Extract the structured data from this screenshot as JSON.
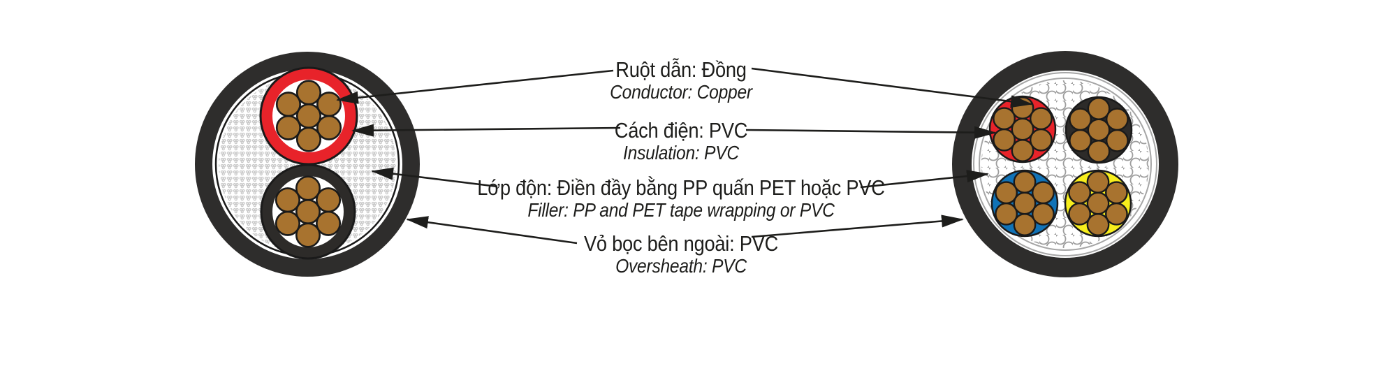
{
  "labels": [
    {
      "id": "conductor",
      "vi": "Ruột dẫn: Đồng",
      "en": "Conductor: Copper"
    },
    {
      "id": "insulation",
      "vi": "Cách điện: PVC",
      "en": "Insulation: PVC"
    },
    {
      "id": "filler",
      "vi": "Lớp độn: Điền đầy bằng PP quấn PET hoặc PVC",
      "en": "Filler: PP and PET tape wrapping or PVC"
    },
    {
      "id": "oversheath",
      "vi": "Vỏ bọc bên ngoài: PVC",
      "en": "Oversheath: PVC"
    }
  ],
  "cables": {
    "left": {
      "type": "2-core cable cross-section",
      "cores": [
        "red",
        "black"
      ],
      "strands_per_core": 7
    },
    "right": {
      "type": "4-core cable cross-section",
      "cores": [
        "red",
        "black",
        "blue",
        "yellow"
      ],
      "strands_per_core": 7
    }
  },
  "colors": {
    "background": "#ffffff",
    "ink": "#1d1d1b",
    "sheath": "#2e2d2c",
    "core-black": "#2d2b29",
    "core-red": "#e8232a",
    "core-blue": "#1173b7",
    "core-yellow": "#f7ee1c",
    "copper": "#a8732f",
    "filler-fine": "#c9c9c9",
    "filler-coarse": "#9e9e9e",
    "band-line": "#a6a6a6"
  }
}
